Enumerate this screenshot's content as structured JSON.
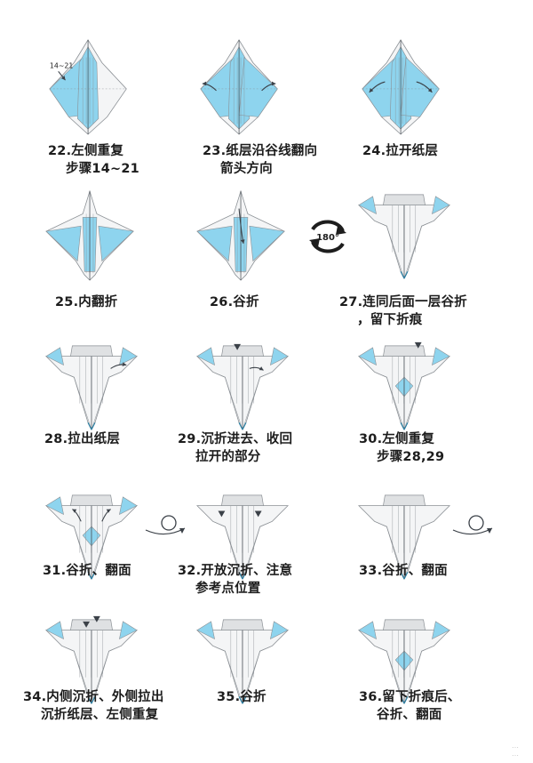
{
  "colors": {
    "blue": "#8ed4ee",
    "gray": "#dfe1e3",
    "paper": "#f4f5f6",
    "line": "#8a8f94",
    "darkline": "#3b4148",
    "ink": "#1d1d1d"
  },
  "annotations": {
    "step22_ref": "14~21",
    "rotate": "180°"
  },
  "watermark": [
    "…",
    "…"
  ],
  "steps": [
    {
      "num": "22",
      "lines": [
        "22.左侧重复",
        "步骤14~21"
      ]
    },
    {
      "num": "23",
      "lines": [
        "23.纸层沿谷线翻向",
        "箭头方向"
      ]
    },
    {
      "num": "24",
      "lines": [
        "24.拉开纸层"
      ]
    },
    {
      "num": "25",
      "lines": [
        "25.内翻折"
      ]
    },
    {
      "num": "26",
      "lines": [
        "26.谷折"
      ]
    },
    {
      "num": "27",
      "lines": [
        "27.连同后面一层谷折",
        "，留下折痕"
      ]
    },
    {
      "num": "28",
      "lines": [
        "28.拉出纸层"
      ]
    },
    {
      "num": "29",
      "lines": [
        "29.沉折进去、收回",
        "拉开的部分"
      ]
    },
    {
      "num": "30",
      "lines": [
        "30.左侧重复",
        "步骤28,29"
      ]
    },
    {
      "num": "31",
      "lines": [
        "31.谷折、翻面"
      ]
    },
    {
      "num": "32",
      "lines": [
        "32.开放沉折、注意",
        "参考点位置"
      ]
    },
    {
      "num": "33",
      "lines": [
        "33.谷折、翻面"
      ]
    },
    {
      "num": "34",
      "lines": [
        "34.内侧沉折、外侧拉出",
        "沉折纸层、左侧重复"
      ]
    },
    {
      "num": "35",
      "lines": [
        "35.谷折"
      ]
    },
    {
      "num": "36",
      "lines": [
        "36.留下折痕后、",
        "谷折、翻面"
      ]
    }
  ]
}
